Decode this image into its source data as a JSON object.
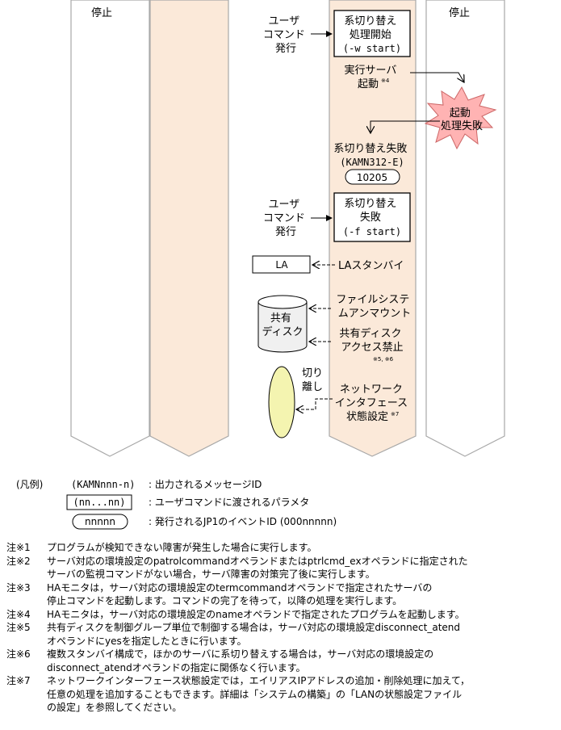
{
  "columns": {
    "left_status": "停止",
    "right_status": "停止"
  },
  "flow": {
    "user_command_1": [
      "ユーザ",
      "コマンド",
      "発行"
    ],
    "switch_start_box": [
      "系切り替え",
      "処理開始",
      "(-w start)"
    ],
    "exec_server_start": [
      "実行サーバ",
      "起動"
    ],
    "exec_server_start_note": "※4",
    "start_failure": [
      "起動",
      "処理失敗"
    ],
    "switch_failed_message": [
      "系切り替え失敗",
      "(KAMN312-E)"
    ],
    "event_id": "10205",
    "user_command_2": [
      "ユーザ",
      "コマンド",
      "発行"
    ],
    "switch_failed_box": [
      "系切り替え",
      "失敗",
      "(-f start)"
    ],
    "la_box": "LA",
    "la_standby": "LAスタンバイ",
    "shared_disk": [
      "共有",
      "ディスク"
    ],
    "fs_unmount": [
      "ファイルシステ",
      "ムアンマウント"
    ],
    "shared_disk_access": [
      "共有ディスク",
      "アクセス禁止"
    ],
    "shared_disk_access_note": "※5, ※6",
    "disconnect": [
      "切り",
      "離し"
    ],
    "network_if": [
      "ネットワーク",
      "インタフェース",
      "状態設定"
    ],
    "network_if_note": "※7"
  },
  "legend": {
    "title": "(凡例)",
    "message_sample": "(KAMNnnn-n)",
    "message_desc": ": 出力されるメッセージID",
    "param_sample": "(nn...nn)",
    "param_desc": ": ユーザコマンドに渡されるパラメタ",
    "event_sample": "nnnnn",
    "event_desc": ": 発行されるJP1のイベントID (000nnnnn)"
  },
  "notes": [
    {
      "id": "注※1",
      "text": "プログラムが検知できない障害が発生した場合に実行します。"
    },
    {
      "id": "注※2",
      "text": "サーバ対応の環境設定のpatrolcommandオペランドまたはptrlcmd_exオペランドに指定された\nサーバの監視コマンドがない場合，サーバ障害の対策完了後に実行します。"
    },
    {
      "id": "注※3",
      "text": "HAモニタは，サーバ対応の環境設定のtermcommandオペランドで指定されたサーバの\n停止コマンドを起動します。コマンドの完了を待って，以降の処理を実行します。"
    },
    {
      "id": "注※4",
      "text": "HAモニタは，サーバ対応の環境設定のnameオペランドで指定されたプログラムを起動します。"
    },
    {
      "id": "注※5",
      "text": "共有ディスクを制御グループ単位で制御する場合は，サーバ対応の環境設定disconnect_atend\nオペランドにyesを指定したときに行います。"
    },
    {
      "id": "注※6",
      "text": "複数スタンバイ構成で，ほかのサーバに系切り替えする場合は，サーバ対応の環境設定の\ndisconnect_atendオペランドの指定に関係なく行います。"
    },
    {
      "id": "注※7",
      "text": "ネットワークインターフェース状態設定では，エイリアスIPアドレスの追加・削除処理に加えて，\n任意の処理を追加することもできます。詳細は「システムの構築」の「LANの状態設定ファイル\nの設定」を参照してください。"
    }
  ],
  "colors": {
    "lane_fill": "#fbe9d9",
    "lane_stroke": "#a8a8a8",
    "burst_fill": "#ffb3b3",
    "ellipse_fill": "#f4f4b0"
  }
}
